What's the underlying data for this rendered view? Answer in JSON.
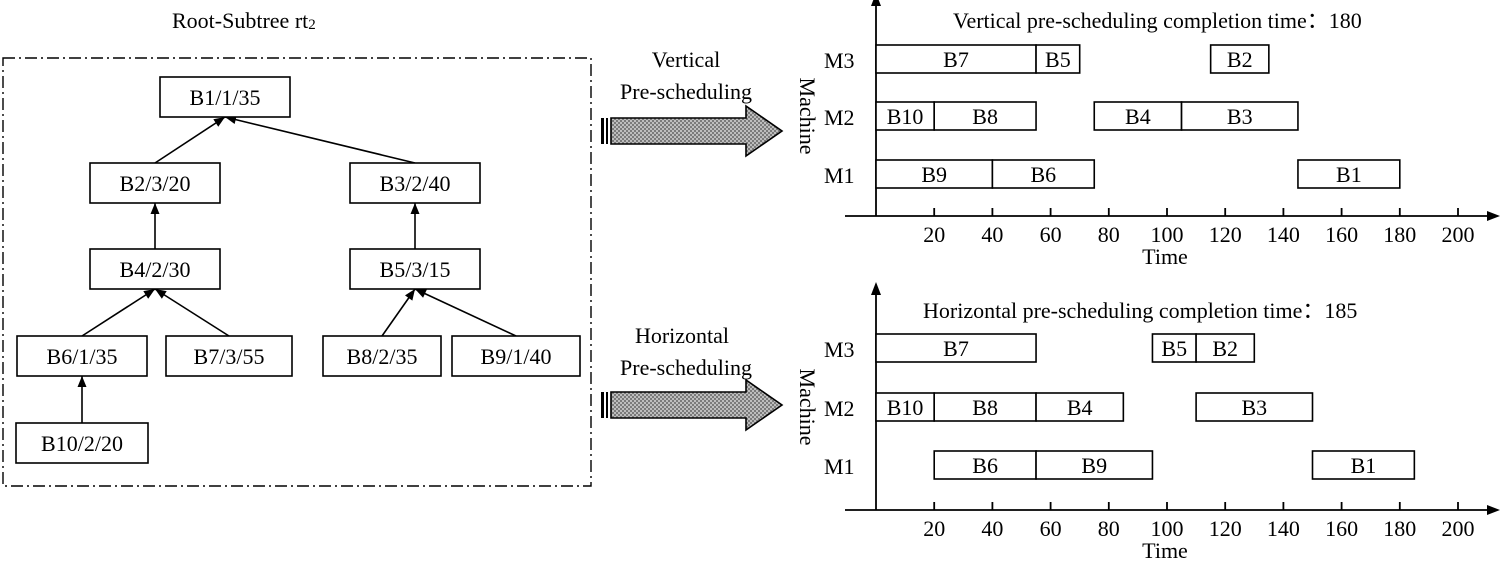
{
  "tree": {
    "title": "Root-Subtree rt",
    "title_sub": "2",
    "nodes": [
      {
        "id": "B1",
        "label": "B1/1/35"
      },
      {
        "id": "B2",
        "label": "B2/3/20"
      },
      {
        "id": "B3",
        "label": "B3/2/40"
      },
      {
        "id": "B4",
        "label": "B4/2/30"
      },
      {
        "id": "B5",
        "label": "B5/3/15"
      },
      {
        "id": "B6",
        "label": "B6/1/35"
      },
      {
        "id": "B7",
        "label": "B7/3/55"
      },
      {
        "id": "B8",
        "label": "B8/2/35"
      },
      {
        "id": "B9",
        "label": "B9/1/40"
      },
      {
        "id": "B10",
        "label": "B10/2/20"
      }
    ],
    "edges": [
      [
        "B2",
        "B1"
      ],
      [
        "B3",
        "B1"
      ],
      [
        "B4",
        "B2"
      ],
      [
        "B5",
        "B3"
      ],
      [
        "B6",
        "B4"
      ],
      [
        "B7",
        "B4"
      ],
      [
        "B8",
        "B5"
      ],
      [
        "B9",
        "B5"
      ],
      [
        "B10",
        "B6"
      ]
    ]
  },
  "arrows": {
    "vertical": {
      "line1": "Vertical",
      "line2": "Pre-scheduling"
    },
    "horizontal": {
      "line1": "Horizontal",
      "line2": "Pre-scheduling"
    }
  },
  "charts": {
    "vertical": {
      "title": "Vertical pre-scheduling completion time：180",
      "xlabel": "Time",
      "ylabel": "Machine",
      "machines": [
        "M1",
        "M2",
        "M3"
      ],
      "ticks": [
        20,
        40,
        60,
        80,
        100,
        120,
        140,
        160,
        180,
        200
      ],
      "xlim": [
        0,
        215
      ],
      "bars": [
        {
          "machine": "M3",
          "label": "B7",
          "start": 0,
          "end": 55
        },
        {
          "machine": "M3",
          "label": "B5",
          "start": 55,
          "end": 70
        },
        {
          "machine": "M3",
          "label": "B2",
          "start": 115,
          "end": 135
        },
        {
          "machine": "M2",
          "label": "B10",
          "start": 0,
          "end": 20
        },
        {
          "machine": "M2",
          "label": "B8",
          "start": 20,
          "end": 55
        },
        {
          "machine": "M2",
          "label": "B4",
          "start": 75,
          "end": 105
        },
        {
          "machine": "M2",
          "label": "B3",
          "start": 105,
          "end": 145
        },
        {
          "machine": "M1",
          "label": "B9",
          "start": 0,
          "end": 40
        },
        {
          "machine": "M1",
          "label": "B6",
          "start": 40,
          "end": 75
        },
        {
          "machine": "M1",
          "label": "B1",
          "start": 145,
          "end": 180
        }
      ]
    },
    "horizontal": {
      "title": "Horizontal pre-scheduling completion time：185",
      "xlabel": "Time",
      "ylabel": "Machine",
      "machines": [
        "M1",
        "M2",
        "M3"
      ],
      "ticks": [
        20,
        40,
        60,
        80,
        100,
        120,
        140,
        160,
        180,
        200
      ],
      "xlim": [
        0,
        215
      ],
      "bars": [
        {
          "machine": "M3",
          "label": "B7",
          "start": 0,
          "end": 55
        },
        {
          "machine": "M3",
          "label": "B5",
          "start": 95,
          "end": 110
        },
        {
          "machine": "M3",
          "label": "B2",
          "start": 110,
          "end": 130
        },
        {
          "machine": "M2",
          "label": "B10",
          "start": 0,
          "end": 20
        },
        {
          "machine": "M2",
          "label": "B8",
          "start": 20,
          "end": 55
        },
        {
          "machine": "M2",
          "label": "B4",
          "start": 55,
          "end": 85
        },
        {
          "machine": "M2",
          "label": "B3",
          "start": 110,
          "end": 150
        },
        {
          "machine": "M1",
          "label": "B6",
          "start": 20,
          "end": 55
        },
        {
          "machine": "M1",
          "label": "B9",
          "start": 55,
          "end": 95
        },
        {
          "machine": "M1",
          "label": "B1",
          "start": 150,
          "end": 185
        }
      ]
    }
  }
}
